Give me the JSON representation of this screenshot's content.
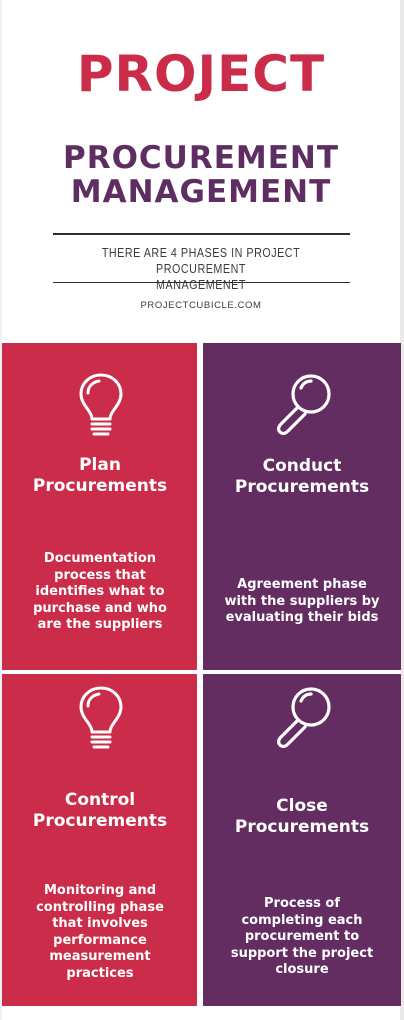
{
  "header": {
    "title": "PROJECT",
    "subtitle_line1": "PROCUREMENT",
    "subtitle_line2": "MANAGEMENT",
    "intro_line1": "THERE ARE 4 PHASES IN PROJECT PROCUREMENT",
    "intro_line2": "MANAGEMENET",
    "site": "PROJECTCUBICLE.COM"
  },
  "colors": {
    "red": "#cb2c49",
    "purple": "#632d61",
    "title_red": "#cb2c49",
    "subtitle_purple": "#5e2d62"
  },
  "phases": [
    {
      "icon": "lightbulb-icon",
      "title_line1": "Plan",
      "title_line2": "Procurements",
      "desc": [
        "Documentation",
        "process that",
        "identifies what to",
        "purchase and who",
        "are the suppliers"
      ]
    },
    {
      "icon": "magnifier-icon",
      "title_line1": "Conduct",
      "title_line2": "Procurements",
      "desc": [
        "Agreement phase",
        "with the suppliers by",
        "evaluating their bids"
      ]
    },
    {
      "icon": "lightbulb-icon",
      "title_line1": "Control",
      "title_line2": "Procurements",
      "desc": [
        "Monitoring and",
        "controlling phase",
        "that involves",
        "performance",
        "measurement",
        "practices"
      ]
    },
    {
      "icon": "magnifier-icon",
      "title_line1": "Close",
      "title_line2": "Procurements",
      "desc": [
        "Process of",
        "completing each",
        "procurement to",
        "support the project",
        "closure"
      ]
    }
  ]
}
